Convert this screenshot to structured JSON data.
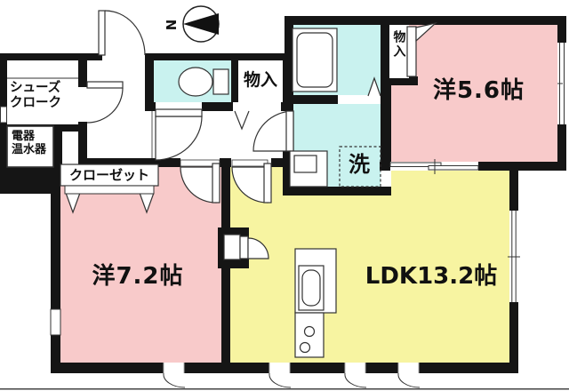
{
  "floorplan": {
    "compass": {
      "label": "N"
    },
    "rooms": {
      "western1": {
        "label": "洋5.6帖"
      },
      "western2": {
        "label": "洋7.2帖"
      },
      "ldk": {
        "label": "LDK13.2帖"
      }
    },
    "closets": {
      "shoe_closet": {
        "line1": "シューズ",
        "line2": "クローク"
      },
      "water_heater": {
        "line1": "電器",
        "line2": "温水器"
      },
      "closet": {
        "label": "クローゼット"
      },
      "storage_hall": {
        "label": "物入"
      },
      "storage_bedroom": {
        "label": "物入"
      },
      "laundry": {
        "label": "洗"
      }
    },
    "colors": {
      "room-pink": "#f8caca",
      "room-yellow": "#f7f4a1",
      "room-cyan": "#c9f2ef",
      "wall": "#151515"
    }
  }
}
